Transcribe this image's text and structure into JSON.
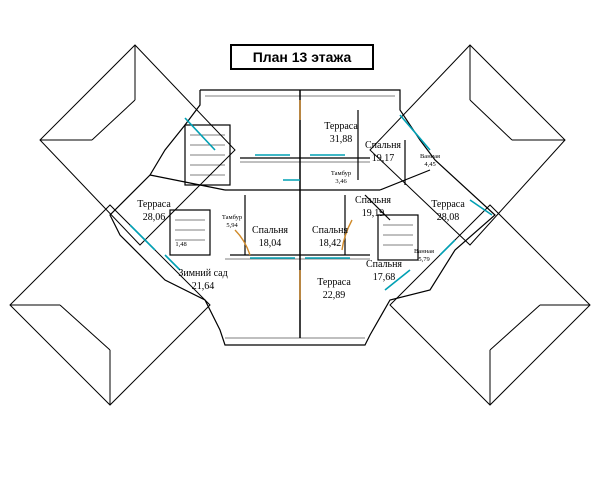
{
  "title": "План 13 этажа",
  "colors": {
    "wall": "#000000",
    "window": "#00a0b4",
    "door": "#d08a2a"
  },
  "rooms": [
    {
      "id": "terrace-top",
      "name": "Терраса",
      "area": "31,88"
    },
    {
      "id": "bedroom-ne",
      "name": "Спальня",
      "area": "19,17"
    },
    {
      "id": "bathroom-ne",
      "name": "Ванная",
      "area": "4,45"
    },
    {
      "id": "vestibule-top",
      "name": "Тамбур",
      "area": "3,46"
    },
    {
      "id": "terrace-left",
      "name": "Терраса",
      "area": "28,06"
    },
    {
      "id": "vestibule-left",
      "name": "Тамбур",
      "area": "5,94"
    },
    {
      "id": "bedroom-center-left",
      "name": "Спальня",
      "area": "18,04"
    },
    {
      "id": "bedroom-center-right",
      "name": "Спальня",
      "area": "18,42"
    },
    {
      "id": "bedroom-e",
      "name": "Спальня",
      "area": "19,19"
    },
    {
      "id": "terrace-right",
      "name": "Терраса",
      "area": "28,08"
    },
    {
      "id": "bathroom-se",
      "name": "Ванная",
      "area": "5,79"
    },
    {
      "id": "small-room",
      "name": "",
      "area": "1,48"
    },
    {
      "id": "winter-garden",
      "name": "Зимний сад",
      "area": "21,64"
    },
    {
      "id": "bedroom-se",
      "name": "Спальня",
      "area": "17,68"
    },
    {
      "id": "terrace-bottom",
      "name": "Терраса",
      "area": "22,89"
    }
  ]
}
